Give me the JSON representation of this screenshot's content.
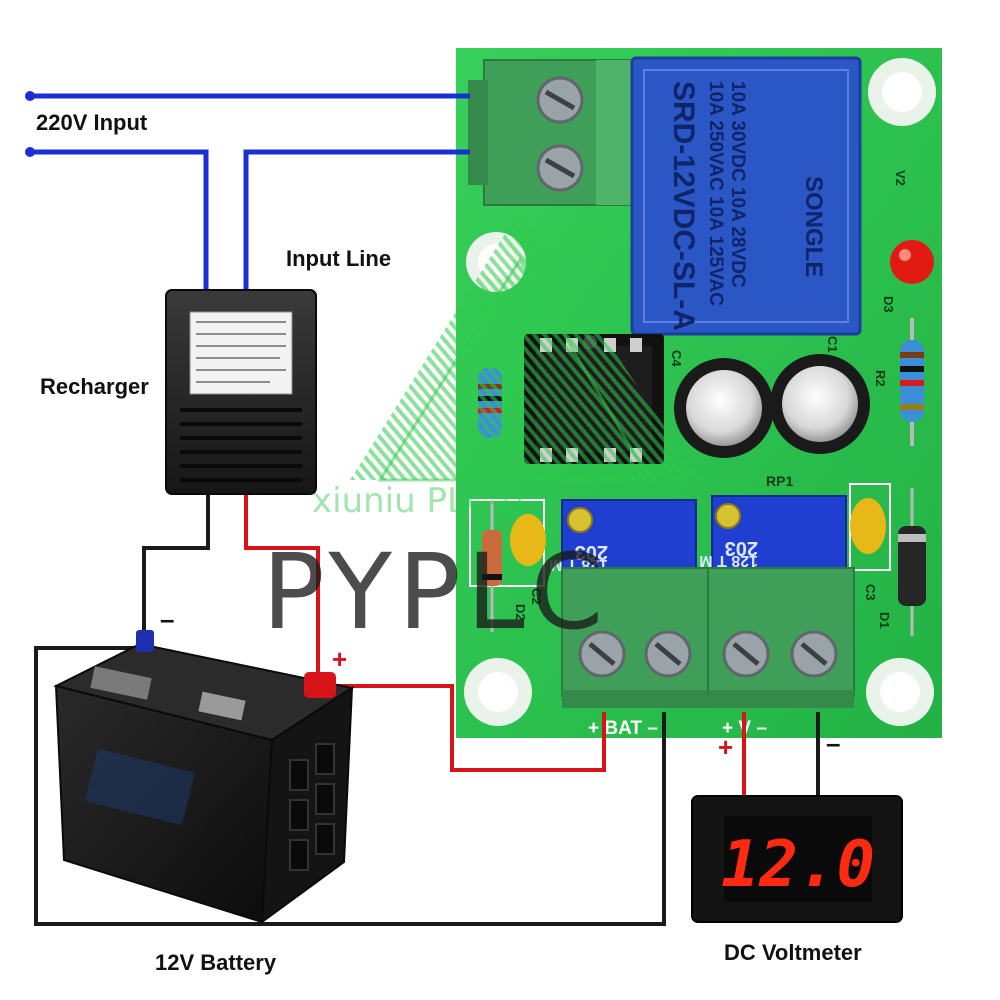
{
  "labels": {
    "ac_input": "220V Input",
    "input_line": "Input Line",
    "recharger": "Recharger",
    "battery": "12V Battery",
    "voltmeter": "DC Voltmeter"
  },
  "polarity": {
    "charger_negative": "–",
    "battery_positive": "+",
    "voltmeter_positive": "+",
    "voltmeter_negative": "–"
  },
  "board": {
    "relay_text": [
      "SRD-12VDC-SL-A",
      "10A 250VAC  10A 125VAC",
      "10A 30VDC  10A 28VDC",
      "SONGLE"
    ],
    "silkscreen": {
      "terminal_bat": "+ BAT –",
      "terminal_v": "+  V  –",
      "d3": "D3",
      "r2": "R2",
      "c1": "C1",
      "c4": "C4",
      "rp1": "RP1",
      "c2": "C2",
      "d2": "D2",
      "c3": "C3",
      "d1": "D1",
      "v2": "V2"
    },
    "pot_label": "203",
    "pot_sub": "128 T M"
  },
  "voltmeter_reading": "12.0",
  "watermark": {
    "brand": "PYPLC",
    "sub": "xiuniu PLC-0"
  },
  "colors": {
    "wire_ac": "#1a2fd6",
    "wire_positive": "#d8141a",
    "wire_negative": "#1a1a1a",
    "pcb": "#27c24d",
    "terminal": "#3f9f58",
    "relay": "#2a56c6",
    "display_red": "#ff2a10",
    "watermark_green": "#2ec94a"
  }
}
